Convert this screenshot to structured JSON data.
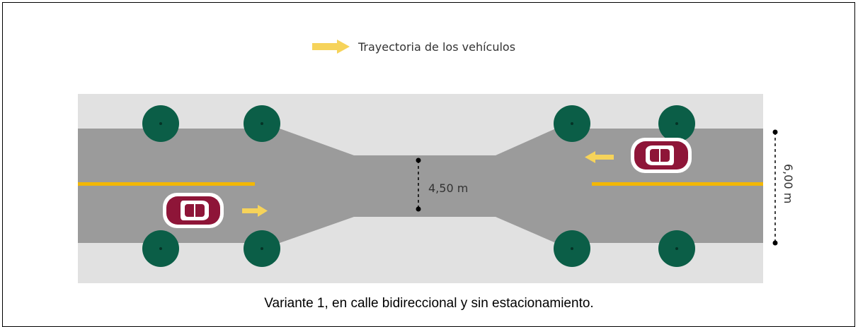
{
  "legend": {
    "label": "Trayectoria de los vehículos",
    "arrow_icon": "arrow-right-icon"
  },
  "measurements": {
    "narrow_width": "4,50 m",
    "full_width": "6,00 m"
  },
  "caption": "Variante 1, en calle bidireccional y sin estacionamiento.",
  "colors": {
    "sidewalk": "#e1e1e1",
    "road": "#9b9b9b",
    "center_line": "#f2b705",
    "tree": "#0b5e47",
    "car": "#8e1538",
    "arrow": "#f6d35a"
  }
}
